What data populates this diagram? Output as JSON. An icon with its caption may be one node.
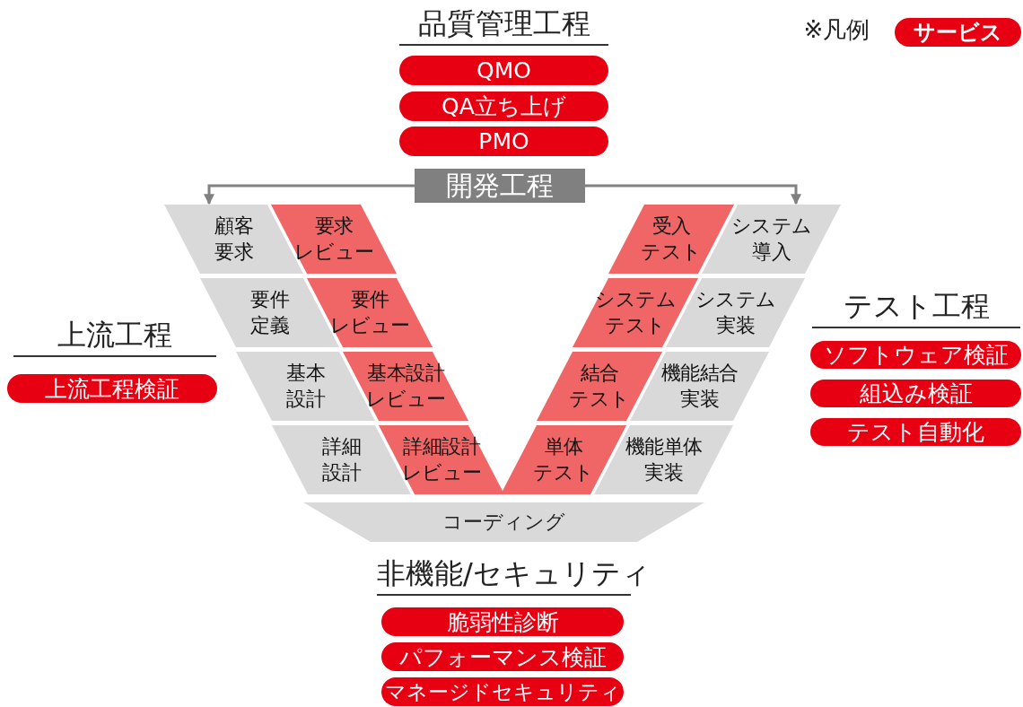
{
  "diagram": {
    "nodes": [
      {
        "text": [
          "QMO"
        ]
      },
      {
        "text": [
          "QA立ち上げ"
        ]
      },
      {
        "text": [
          "PMO"
        ]
      },
      {
        "text": [
          "開発工程"
        ]
      },
      {
        "text": [
          "顧客要求"
        ]
      },
      {
        "text": [
          "要求レビュー"
        ]
      },
      {
        "text": [
          "受入テスト"
        ]
      },
      {
        "text": [
          "システム導入"
        ]
      },
      {
        "text": [
          "要件定義"
        ]
      },
      {
        "text": [
          "要件レビュー"
        ]
      },
      {
        "text": [
          "システムテスト"
        ]
      },
      {
        "text": [
          "システム実装"
        ]
      },
      {
        "text": [
          "上流工程検証"
        ]
      },
      {
        "text": [
          "基本設計"
        ]
      },
      {
        "text": [
          "基本設計レビュー"
        ]
      },
      {
        "text": [
          "結合テスト"
        ]
      },
      {
        "text": [
          "機能結合実装"
        ]
      },
      {
        "text": [
          "ソフトウェア検証"
        ]
      },
      {
        "text": [
          "組込み検証"
        ]
      },
      {
        "text": [
          "テスト自動化"
        ]
      },
      {
        "text": [
          "詳細設計"
        ]
      },
      {
        "text": [
          "詳細設計レビュー"
        ]
      },
      {
        "text": [
          "単体テスト"
        ]
      },
      {
        "text": [
          "機能単体実装"
        ]
      },
      {
        "text": [
          "コーディング"
        ]
      },
      {
        "text": [
          "脆弱性診断"
        ]
      },
      {
        "text": [
          "パフォーマンス検証"
        ]
      },
      {
        "text": [
          "マネージドセキュリティ"
        ]
      }
    ],
    "edges": [
      {
        "from": 3,
        "to": 4,
        "arrow": "to"
      },
      {
        "from": 3,
        "to": 7,
        "arrow": "to"
      }
    ],
    "labels": [
      "品質管理工程",
      "※凡例",
      "上流工程",
      "テスト工程",
      "非機能/セキュリティ"
    ],
    "legend": [
      {
        "text": "サービス",
        "color": "#e60012"
      }
    ]
  }
}
